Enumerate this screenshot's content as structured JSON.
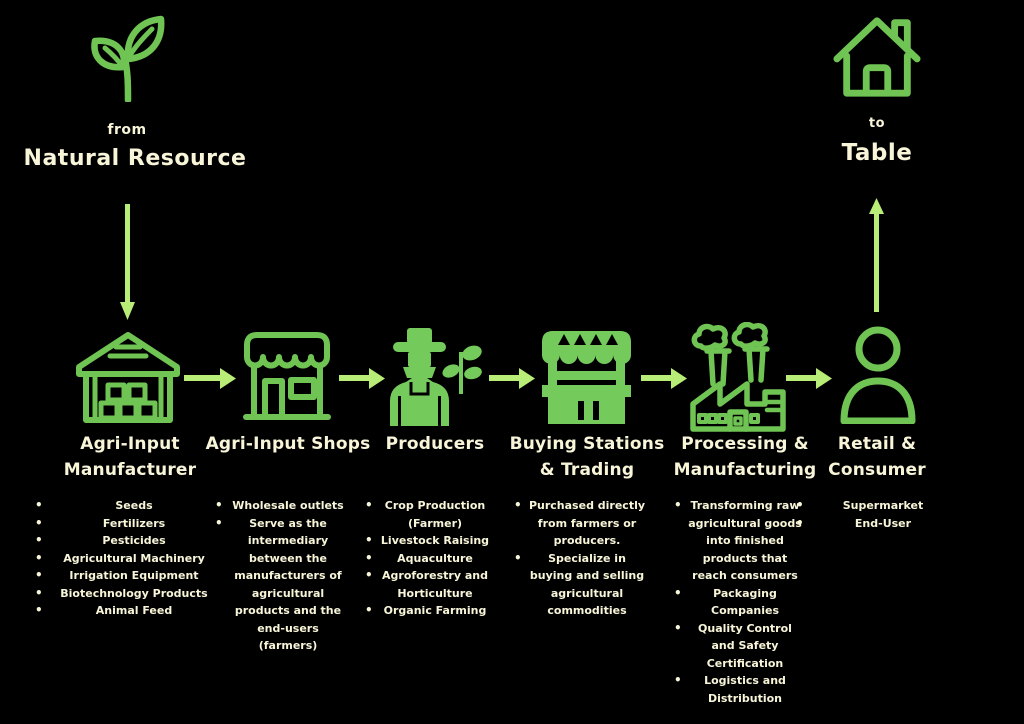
{
  "colors": {
    "background": "#000000",
    "icon_outline_green": "#6FC453",
    "icon_fill_green": "#74CB5B",
    "arrow_light_green": "#B8ED77",
    "text_cream": "#F8F5D8"
  },
  "source": {
    "icon": "sprout-icon",
    "label": "from",
    "title": "Natural Resource"
  },
  "destination": {
    "icon": "house-icon",
    "label": "to",
    "title": "Table"
  },
  "stages": [
    {
      "icon": "warehouse-icon",
      "title": "Agri-Input\nManufacturer",
      "items": [
        "Seeds",
        "Fertilizers",
        "Pesticides",
        "Agricultural Machinery",
        "Irrigation Equipment",
        "Biotechnology Products",
        "Animal Feed"
      ]
    },
    {
      "icon": "shop-icon",
      "title": "Agri-Input Shops",
      "items": [
        "Wholesale outlets",
        "Serve as the intermediary between the manufacturers of agricultural products and the end-users (farmers)"
      ]
    },
    {
      "icon": "farmer-icon",
      "title": "Producers",
      "items": [
        "Crop Production (Farmer)",
        "Livestock Raising",
        "Aquaculture",
        "Agroforestry and Horticulture",
        "Organic Farming"
      ]
    },
    {
      "icon": "market-stall-icon",
      "title": "Buying Stations\n& Trading",
      "items": [
        "Purchased directly from farmers or producers.",
        "Specialize in buying and selling agricultural commodities"
      ]
    },
    {
      "icon": "factory-icon",
      "title": "Processing &\nManufacturing",
      "items": [
        "Transforming raw agricultural goods into finished products that reach consumers",
        "Packaging Companies",
        "Quality Control and Safety Certification",
        "Logistics and Distribution"
      ]
    },
    {
      "icon": "person-icon",
      "title": "Retail &\nConsumer",
      "items": [
        "Supermarket",
        "End-User"
      ]
    }
  ]
}
